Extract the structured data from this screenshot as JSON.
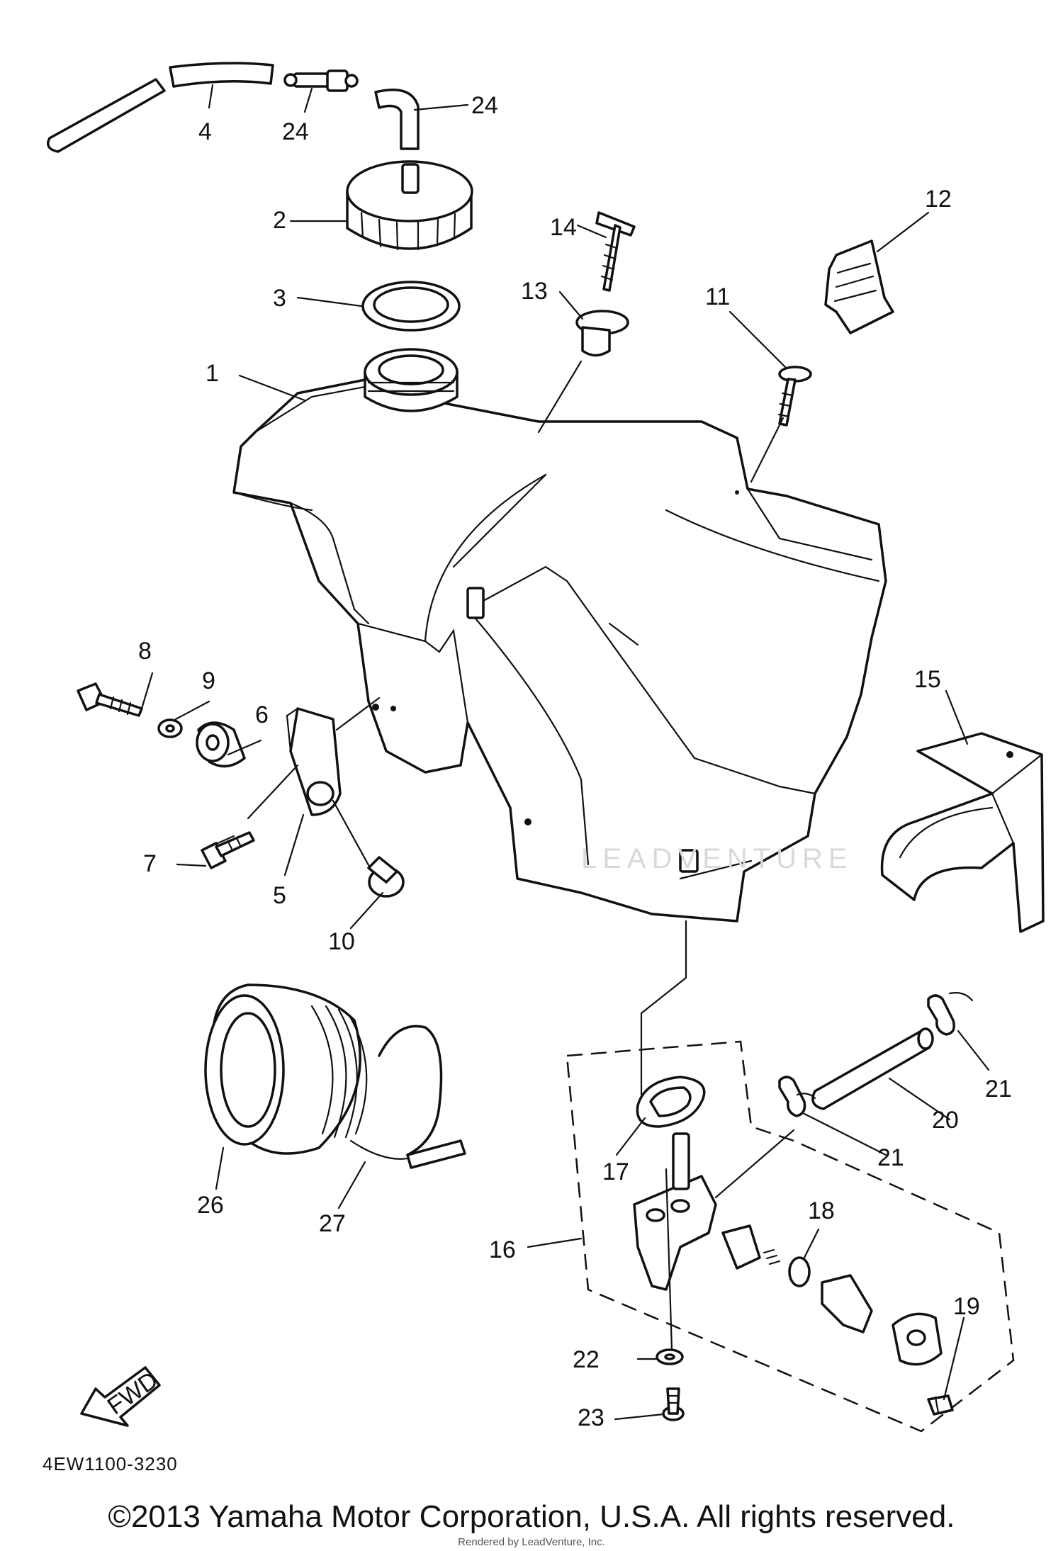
{
  "diagram_code": "4EW1100-3230",
  "copyright": "©2013 Yamaha Motor Corporation, U.S.A. All rights reserved.",
  "rendered_by": "Rendered by LeadVenture, Inc.",
  "fwd_label": "FWD",
  "watermark": "LEADVENTURE",
  "callouts": [
    {
      "id": "c1",
      "text": "1"
    },
    {
      "id": "c2",
      "text": "2"
    },
    {
      "id": "c3",
      "text": "3"
    },
    {
      "id": "c4",
      "text": "4"
    },
    {
      "id": "c5",
      "text": "5"
    },
    {
      "id": "c6",
      "text": "6"
    },
    {
      "id": "c7",
      "text": "7"
    },
    {
      "id": "c8",
      "text": "8"
    },
    {
      "id": "c9",
      "text": "9"
    },
    {
      "id": "c10",
      "text": "10"
    },
    {
      "id": "c11",
      "text": "11"
    },
    {
      "id": "c12",
      "text": "12"
    },
    {
      "id": "c13",
      "text": "13"
    },
    {
      "id": "c14",
      "text": "14"
    },
    {
      "id": "c15",
      "text": "15"
    },
    {
      "id": "c16",
      "text": "16"
    },
    {
      "id": "c17",
      "text": "17"
    },
    {
      "id": "c18",
      "text": "18"
    },
    {
      "id": "c19",
      "text": "19"
    },
    {
      "id": "c20",
      "text": "20"
    },
    {
      "id": "c21a",
      "text": "21"
    },
    {
      "id": "c21b",
      "text": "21"
    },
    {
      "id": "c22",
      "text": "22"
    },
    {
      "id": "c23",
      "text": "23"
    },
    {
      "id": "c24",
      "text": "24"
    },
    {
      "id": "c25",
      "text": "25"
    },
    {
      "id": "c26",
      "text": "26"
    },
    {
      "id": "c27",
      "text": "27"
    }
  ]
}
